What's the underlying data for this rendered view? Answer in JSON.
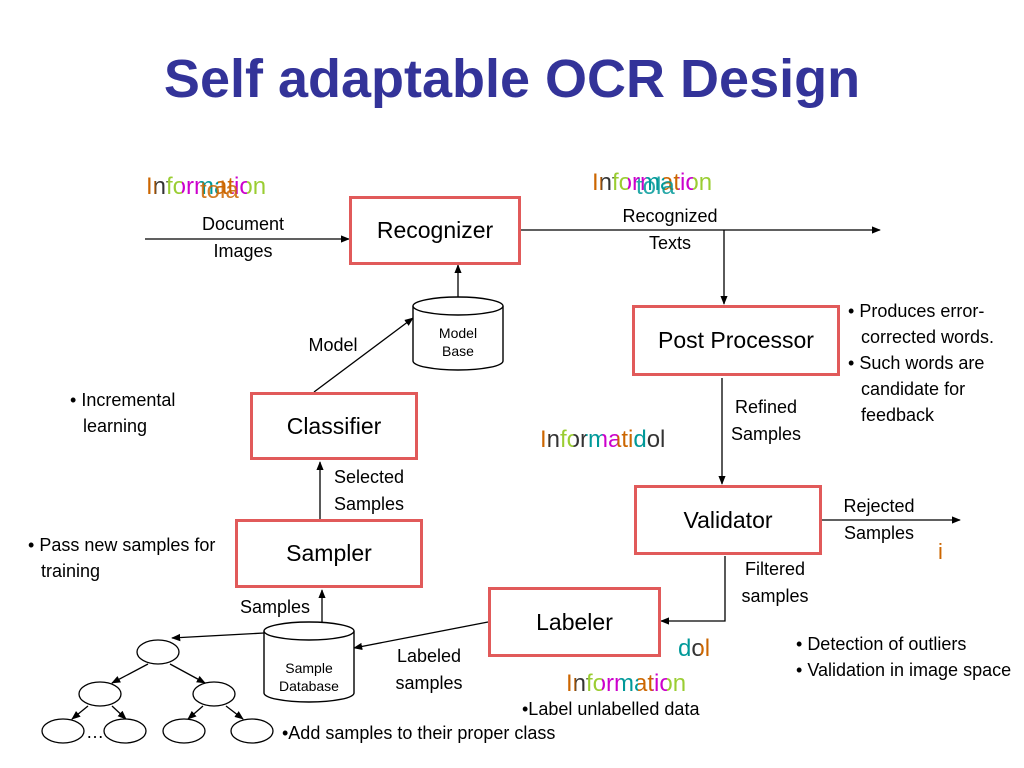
{
  "title": "Self adaptable OCR Design",
  "boxes": {
    "recognizer": "Recognizer",
    "post_processor": "Post Processor",
    "classifier": "Classifier",
    "validator": "Validator",
    "sampler": "Sampler",
    "labeler": "Labeler"
  },
  "databases": {
    "model_base": "Model\nBase",
    "sample_database": "Sample\nDatabase"
  },
  "labels": {
    "document_images": "Document\nImages",
    "recognized_texts": "Recognized\nTexts",
    "model": "Model",
    "refined_samples": "Refined\nSamples",
    "selected_samples": "Selected\nSamples",
    "rejected_samples": "Rejected\nSamples",
    "filtered_samples": "Filtered\nsamples",
    "samples": "Samples",
    "labeled_samples": "Labeled\nsamples",
    "tree_ellipsis": "…"
  },
  "notes": {
    "post_processor": [
      "Produces error-corrected words.",
      "Such words are candidate for feedback"
    ],
    "classifier": [
      "Incremental learning"
    ],
    "sampler": [
      "Pass new samples for training"
    ],
    "validator": [
      "Detection of outliers",
      "Validation in image space"
    ],
    "labeler": "•Label unlabelled data",
    "database": "•Add samples to their proper class"
  },
  "decorations": {
    "info_1": "Information",
    "info_1_overlay": "tola",
    "info_2": "Information",
    "info_2_overlay": "tola",
    "info_3": "Informatidol",
    "info_4_top": "dol",
    "info_4": "Information",
    "stray_i": "i"
  },
  "colors": {
    "title": "#333399",
    "box_border": "#e15a5a"
  }
}
